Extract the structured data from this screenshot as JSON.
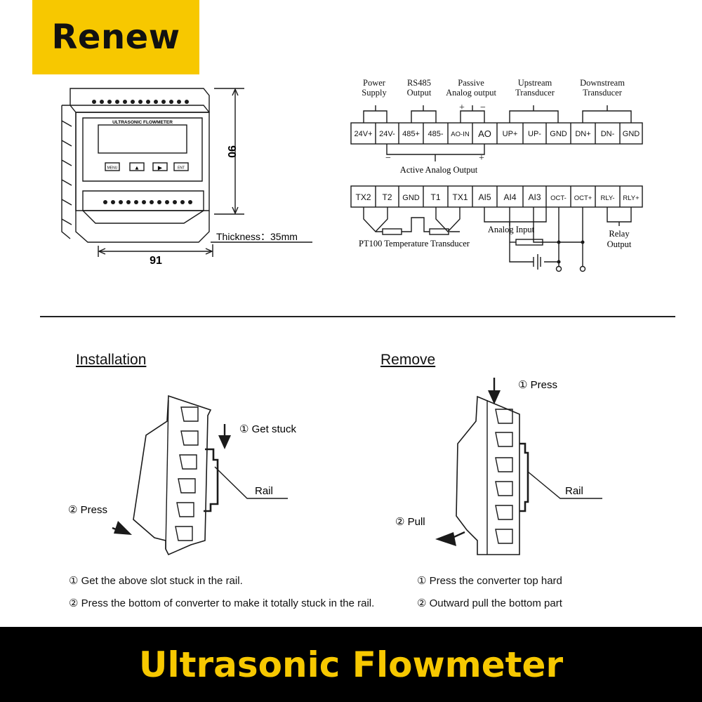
{
  "badge": {
    "label": "Renew",
    "color": "#f7c800"
  },
  "footer": {
    "title": "Ultrasonic Flowmeter",
    "color": "#f7c800"
  },
  "device": {
    "screen_label": "ULTRASONIC FLOWMETER",
    "buttons": [
      "MENU",
      "▲",
      "▶",
      "ENT"
    ],
    "height_dim": "90",
    "width_dim": "91",
    "thickness": "Thickness：35mm"
  },
  "wiring": {
    "top_groups": [
      {
        "line1": "Power",
        "line2": "Supply"
      },
      {
        "line1": "RS485",
        "line2": "Output"
      },
      {
        "line1": "Passive",
        "line2": "Analog output"
      },
      {
        "line1": "Upstream",
        "line2": "Transducer"
      },
      {
        "line1": "Downstream",
        "line2": "Transducer"
      }
    ],
    "top_terminals": [
      "24V+",
      "24V-",
      "485+",
      "485-",
      "AO-IN",
      "AO",
      "UP+",
      "UP-",
      "GND",
      "DN+",
      "DN-",
      "GND"
    ],
    "passive_signs": {
      "plus": "+",
      "minus": "−"
    },
    "active_signs": {
      "minus": "−",
      "plus": "+"
    },
    "active_label": "Active Analog Output",
    "bottom_terminals": [
      "TX2",
      "T2",
      "GND",
      "T1",
      "TX1",
      "AI5",
      "AI4",
      "AI3",
      "OCT-",
      "OCT+",
      "RLY-",
      "RLY+"
    ],
    "pt100_label": "PT100 Temperature Transducer",
    "analog_input_label": "Analog Input",
    "relay_line1": "Relay",
    "relay_line2": "Output"
  },
  "installation": {
    "heading": "Installation",
    "step1": "① Get stuck",
    "rail": "Rail",
    "step2": "② Press"
  },
  "remove": {
    "heading": "Remove",
    "step1": "① Press",
    "rail": "Rail",
    "step2": "② Pull"
  },
  "notes": {
    "install1": "①  Get the above slot stuck in the rail.",
    "install2": "② Press the bottom of converter to make it totally stuck in the rail.",
    "remove1": "① Press the converter top hard",
    "remove2": "② Outward pull the bottom part"
  }
}
